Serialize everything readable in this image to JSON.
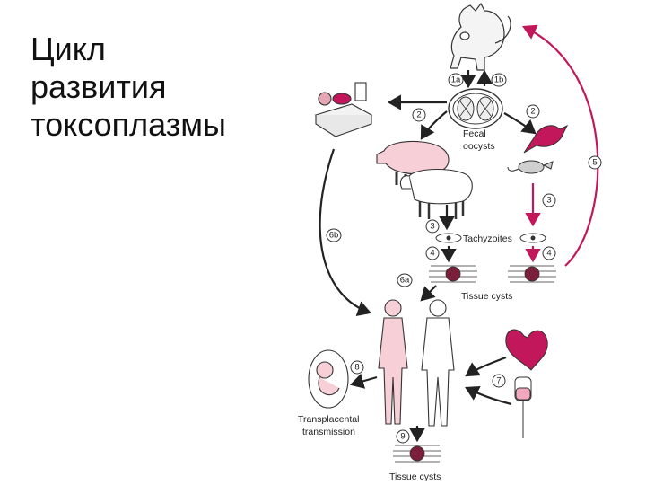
{
  "title_lines": [
    "Цикл",
    "развития",
    "токсоплазмы"
  ],
  "labels": {
    "fecal_oocysts_1": "Fecal",
    "fecal_oocysts_2": "oocysts",
    "tachyzoites": "Tachyzoites",
    "tissue_cysts_top": "Tissue cysts",
    "tissue_cysts_bottom": "Tissue cysts",
    "transplacental_1": "Transplacental",
    "transplacental_2": "transmission"
  },
  "step_numbers": {
    "s1a": "1a",
    "s1b": "1b",
    "s2_left": "2",
    "s2_right": "2",
    "s3_left": "3",
    "s3_right": "3",
    "s4_left": "4",
    "s4_right": "4",
    "s5": "5",
    "s6a": "6a",
    "s6b": "6b",
    "s7": "7",
    "s8": "8",
    "s9": "9"
  },
  "colors": {
    "accent": "#c2185b",
    "pink_body": "#f7cfd6",
    "outline": "#333333",
    "cyst": "#7a1f3a"
  }
}
